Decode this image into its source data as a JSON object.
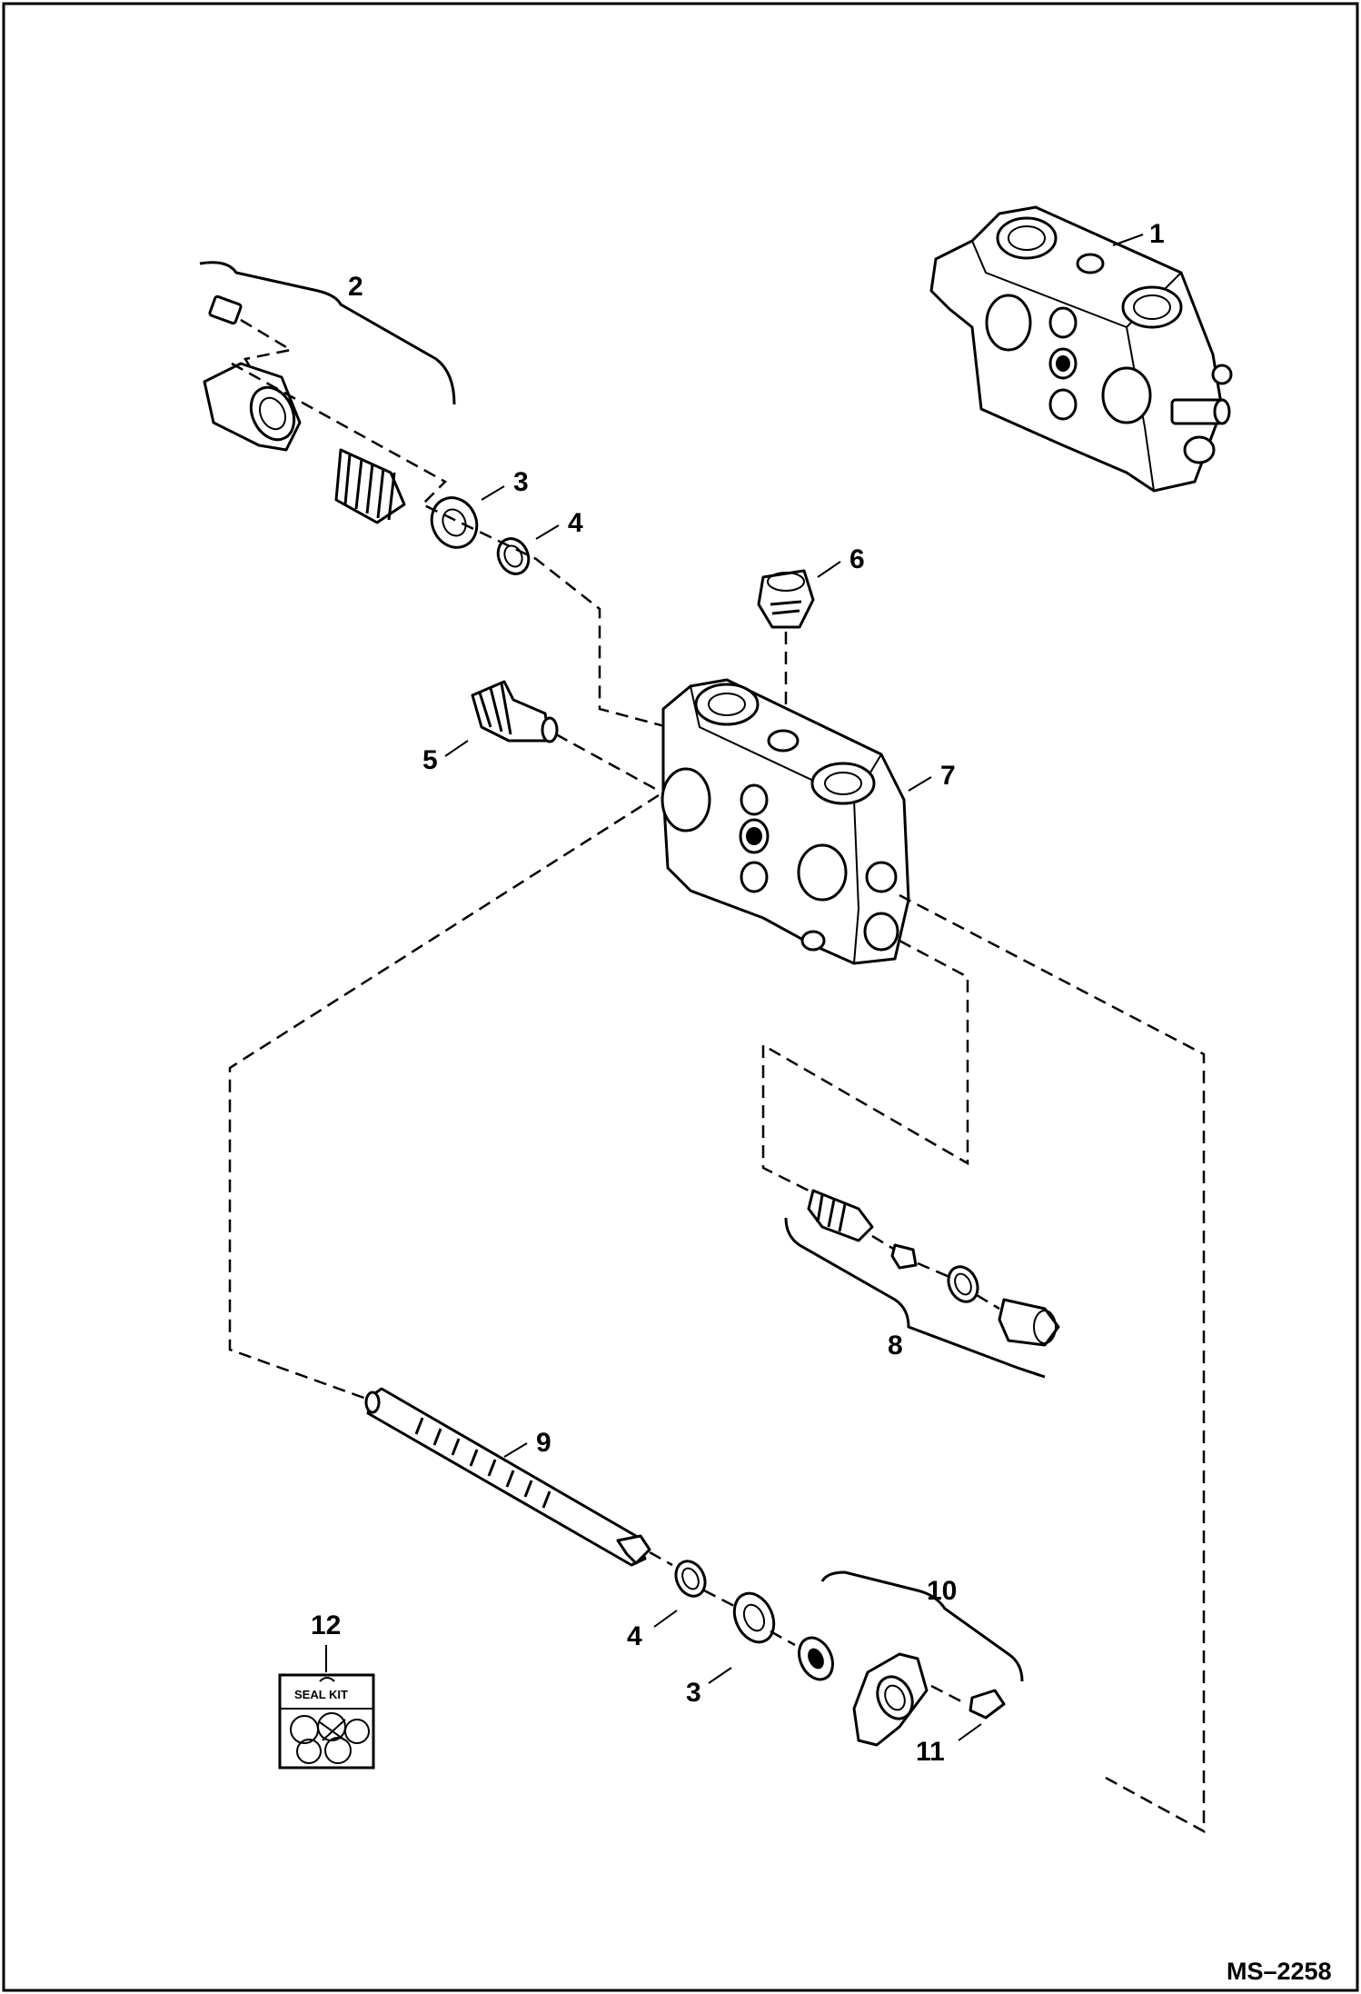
{
  "diagram": {
    "drawing_number": "MS–2258",
    "callouts": [
      {
        "id": "c1",
        "label": "1"
      },
      {
        "id": "c2",
        "label": "2"
      },
      {
        "id": "c3a",
        "label": "3"
      },
      {
        "id": "c4a",
        "label": "4"
      },
      {
        "id": "c5",
        "label": "5"
      },
      {
        "id": "c6",
        "label": "6"
      },
      {
        "id": "c7",
        "label": "7"
      },
      {
        "id": "c8",
        "label": "8"
      },
      {
        "id": "c9",
        "label": "9"
      },
      {
        "id": "c10",
        "label": "10"
      },
      {
        "id": "c4b",
        "label": "4"
      },
      {
        "id": "c3b",
        "label": "3"
      },
      {
        "id": "c11",
        "label": "11"
      },
      {
        "id": "c12",
        "label": "12"
      }
    ],
    "seal_kit_label": "SEAL KIT"
  }
}
